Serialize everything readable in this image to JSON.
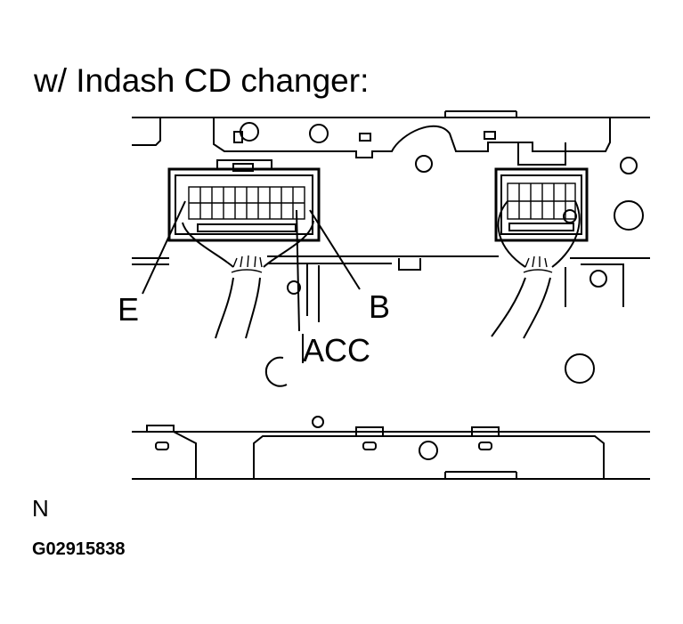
{
  "title": "w/ Indash CD changer:",
  "labels": {
    "e": "E",
    "b": "B",
    "acc": "ACC"
  },
  "note": "N",
  "figure_code": "G02915838"
}
